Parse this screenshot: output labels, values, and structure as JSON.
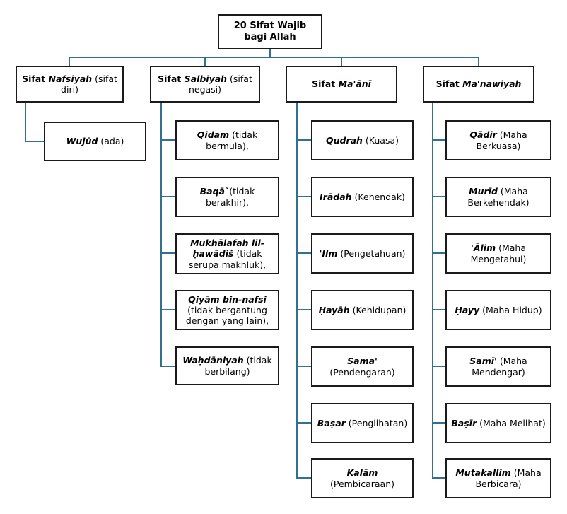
{
  "root": {
    "label": "20 Sifat Wajib bagi Allah"
  },
  "colors": {
    "connector": "#31718E",
    "box_border": "#1a1a1a",
    "background": "#ffffff",
    "text": "#000000"
  },
  "columns": [
    {
      "header": {
        "prefix": "Sifat ",
        "name": "Nafsiyah",
        "suffix": " (sifat diri)"
      },
      "children": [
        {
          "name": "Wujūd",
          "desc": " (ada)"
        }
      ]
    },
    {
      "header": {
        "prefix": "Sifat ",
        "name": "Salbiyah",
        "suffix": " (sifat negasi)"
      },
      "children": [
        {
          "name": "Qidam",
          "desc": " (tidak bermula),"
        },
        {
          "name": "Baqā`",
          "desc": "(tidak berakhir),"
        },
        {
          "name": "Mukhālafah lil-ḥawādiṡ",
          "desc": " (tidak serupa makhluk),"
        },
        {
          "name": "Qiyām bin-nafsi",
          "desc": " (tidak bergantung dengan yang lain),"
        },
        {
          "name": "Waḥdāniyah",
          "desc": " (tidak berbilang)"
        }
      ]
    },
    {
      "header": {
        "prefix": "Sifat ",
        "name": "Ma'ānī",
        "suffix": ""
      },
      "children": [
        {
          "name": "Qudrah",
          "desc": " (Kuasa)"
        },
        {
          "name": "Irādah",
          "desc": " (Kehendak)"
        },
        {
          "name": "'Ilm",
          "desc": " (Pengetahuan)"
        },
        {
          "name": "Ḥayāh",
          "desc": " (Kehidupan)"
        },
        {
          "name": "Sama'",
          "desc": " (Pendengaran)"
        },
        {
          "name": "Baṣar",
          "desc": " (Penglihatan)"
        },
        {
          "name": "Kalām",
          "desc": " (Pembicaraan)"
        }
      ]
    },
    {
      "header": {
        "prefix": "Sifat ",
        "name": "Ma'nawiyah",
        "suffix": ""
      },
      "children": [
        {
          "name": "Qādir",
          "desc": " (Maha Berkuasa)"
        },
        {
          "name": "Murīd",
          "desc": " (Maha Berkehendak)"
        },
        {
          "name": "'Ālim",
          "desc": " (Maha Mengetahui)"
        },
        {
          "name": "Ḥayy",
          "desc": " (Maha Hidup)"
        },
        {
          "name": "Samī'",
          "desc": " (Maha Mendengar)"
        },
        {
          "name": "Baṣīr",
          "desc": " (Maha Melihat)"
        },
        {
          "name": "Mutakallim",
          "desc": " (Maha Berbicara)"
        }
      ]
    }
  ]
}
